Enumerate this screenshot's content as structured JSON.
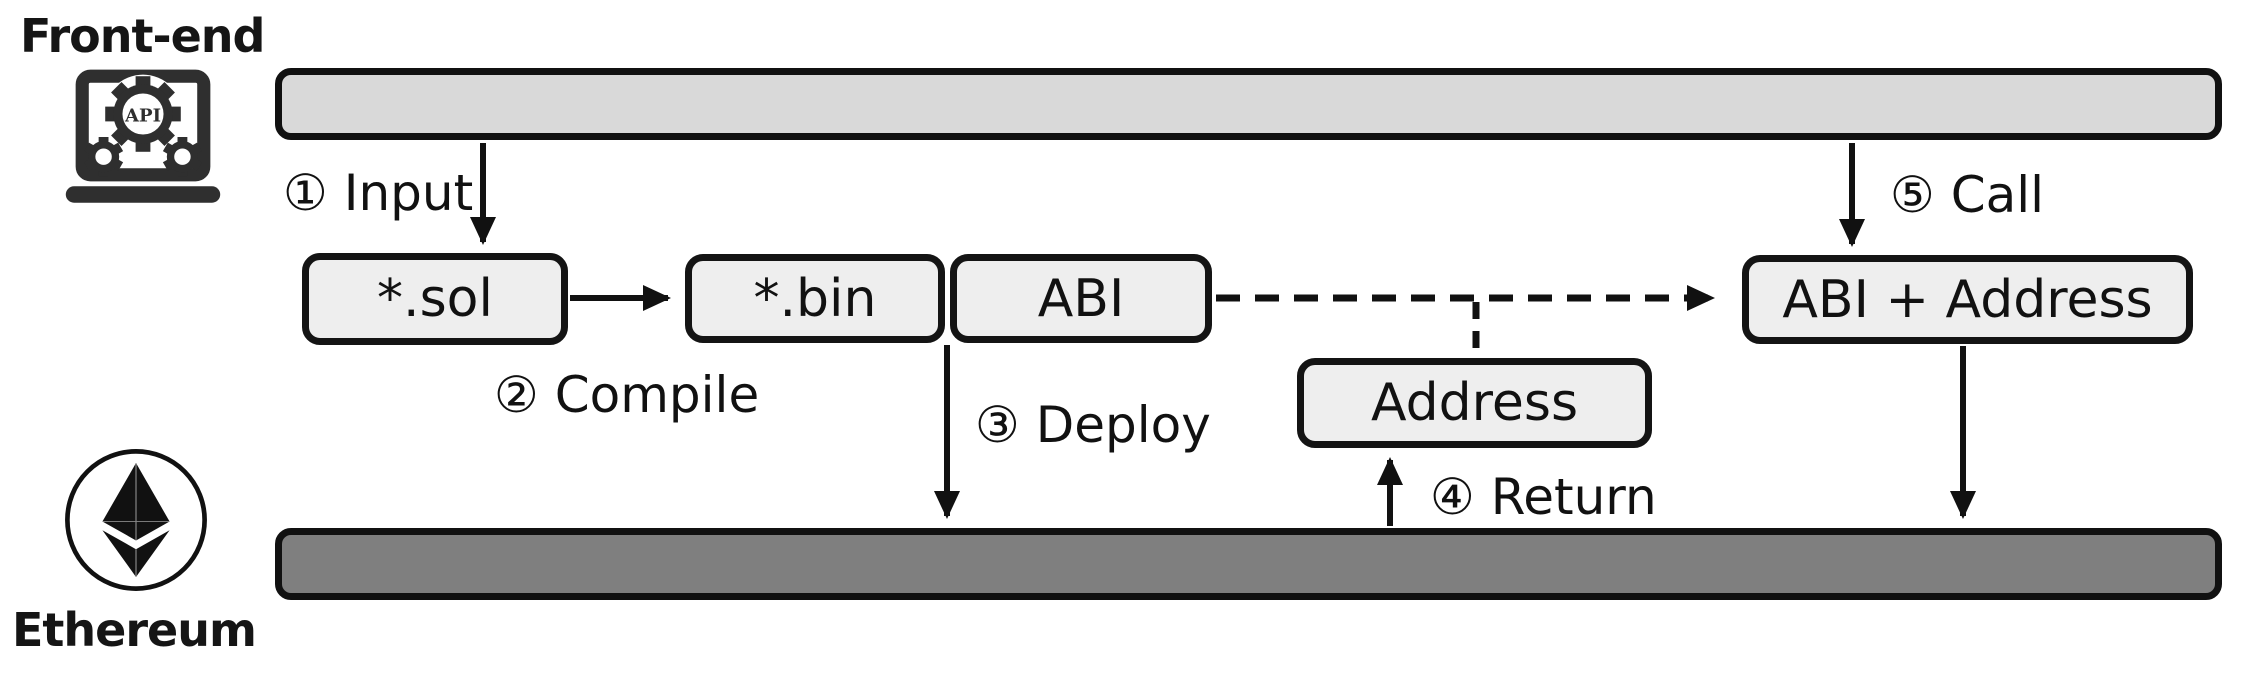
{
  "labels": {
    "frontend": "Front-end",
    "ethereum": "Ethereum"
  },
  "nodes": {
    "sol": "*.sol",
    "bin": "*.bin",
    "abi": "ABI",
    "address": "Address",
    "abi_address": "ABI + Address"
  },
  "steps": {
    "input": "① Input",
    "compile": "② Compile",
    "deploy": "③ Deploy",
    "return": "④ Return",
    "call": "⑤ Call"
  },
  "icons": {
    "api_label": "API",
    "frontend_icon": "laptop-with-api-gears",
    "ethereum_icon": "ethereum-diamond-logo"
  },
  "colors": {
    "frontend_bar_fill": "#d9d9d9",
    "ethereum_bar_fill": "#7f7f7f",
    "node_fill": "#eeeeee",
    "stroke": "#111111",
    "icon_ink": "#2f2f2f"
  }
}
